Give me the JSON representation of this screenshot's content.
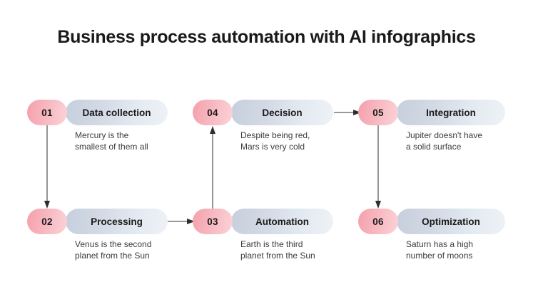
{
  "page": {
    "title": "Business process automation with AI infographics",
    "background_color": "#ffffff"
  },
  "theme": {
    "badge_gradient_from": "#f4a0ab",
    "badge_gradient_to": "#fbd3d8",
    "pill_gradient_from": "#c7cfdd",
    "pill_gradient_to": "#eef2f6",
    "title_color": "#1a1a1a",
    "description_color": "#3c3c3c",
    "connector_color": "#5c5c5c"
  },
  "steps": [
    {
      "number": "01",
      "label": "Data collection",
      "description": "Mercury is the\nsmallest of them all"
    },
    {
      "number": "02",
      "label": "Processing",
      "description": "Venus is the second\nplanet from the Sun"
    },
    {
      "number": "03",
      "label": "Automation",
      "description": "Earth is the third\nplanet from the Sun"
    },
    {
      "number": "04",
      "label": "Decision",
      "description": "Despite being red,\nMars is very cold"
    },
    {
      "number": "05",
      "label": "Integration",
      "description": "Jupiter doesn't have\na solid surface"
    },
    {
      "number": "06",
      "label": "Optimization",
      "description": "Saturn has a high\nnumber of moons"
    }
  ],
  "connectors": [
    {
      "name": "arrow-01-to-02",
      "direction": "down"
    },
    {
      "name": "arrow-02-to-03",
      "direction": "right"
    },
    {
      "name": "arrow-03-to-04",
      "direction": "up"
    },
    {
      "name": "arrow-04-to-05",
      "direction": "right"
    },
    {
      "name": "arrow-05-to-06",
      "direction": "down"
    }
  ]
}
